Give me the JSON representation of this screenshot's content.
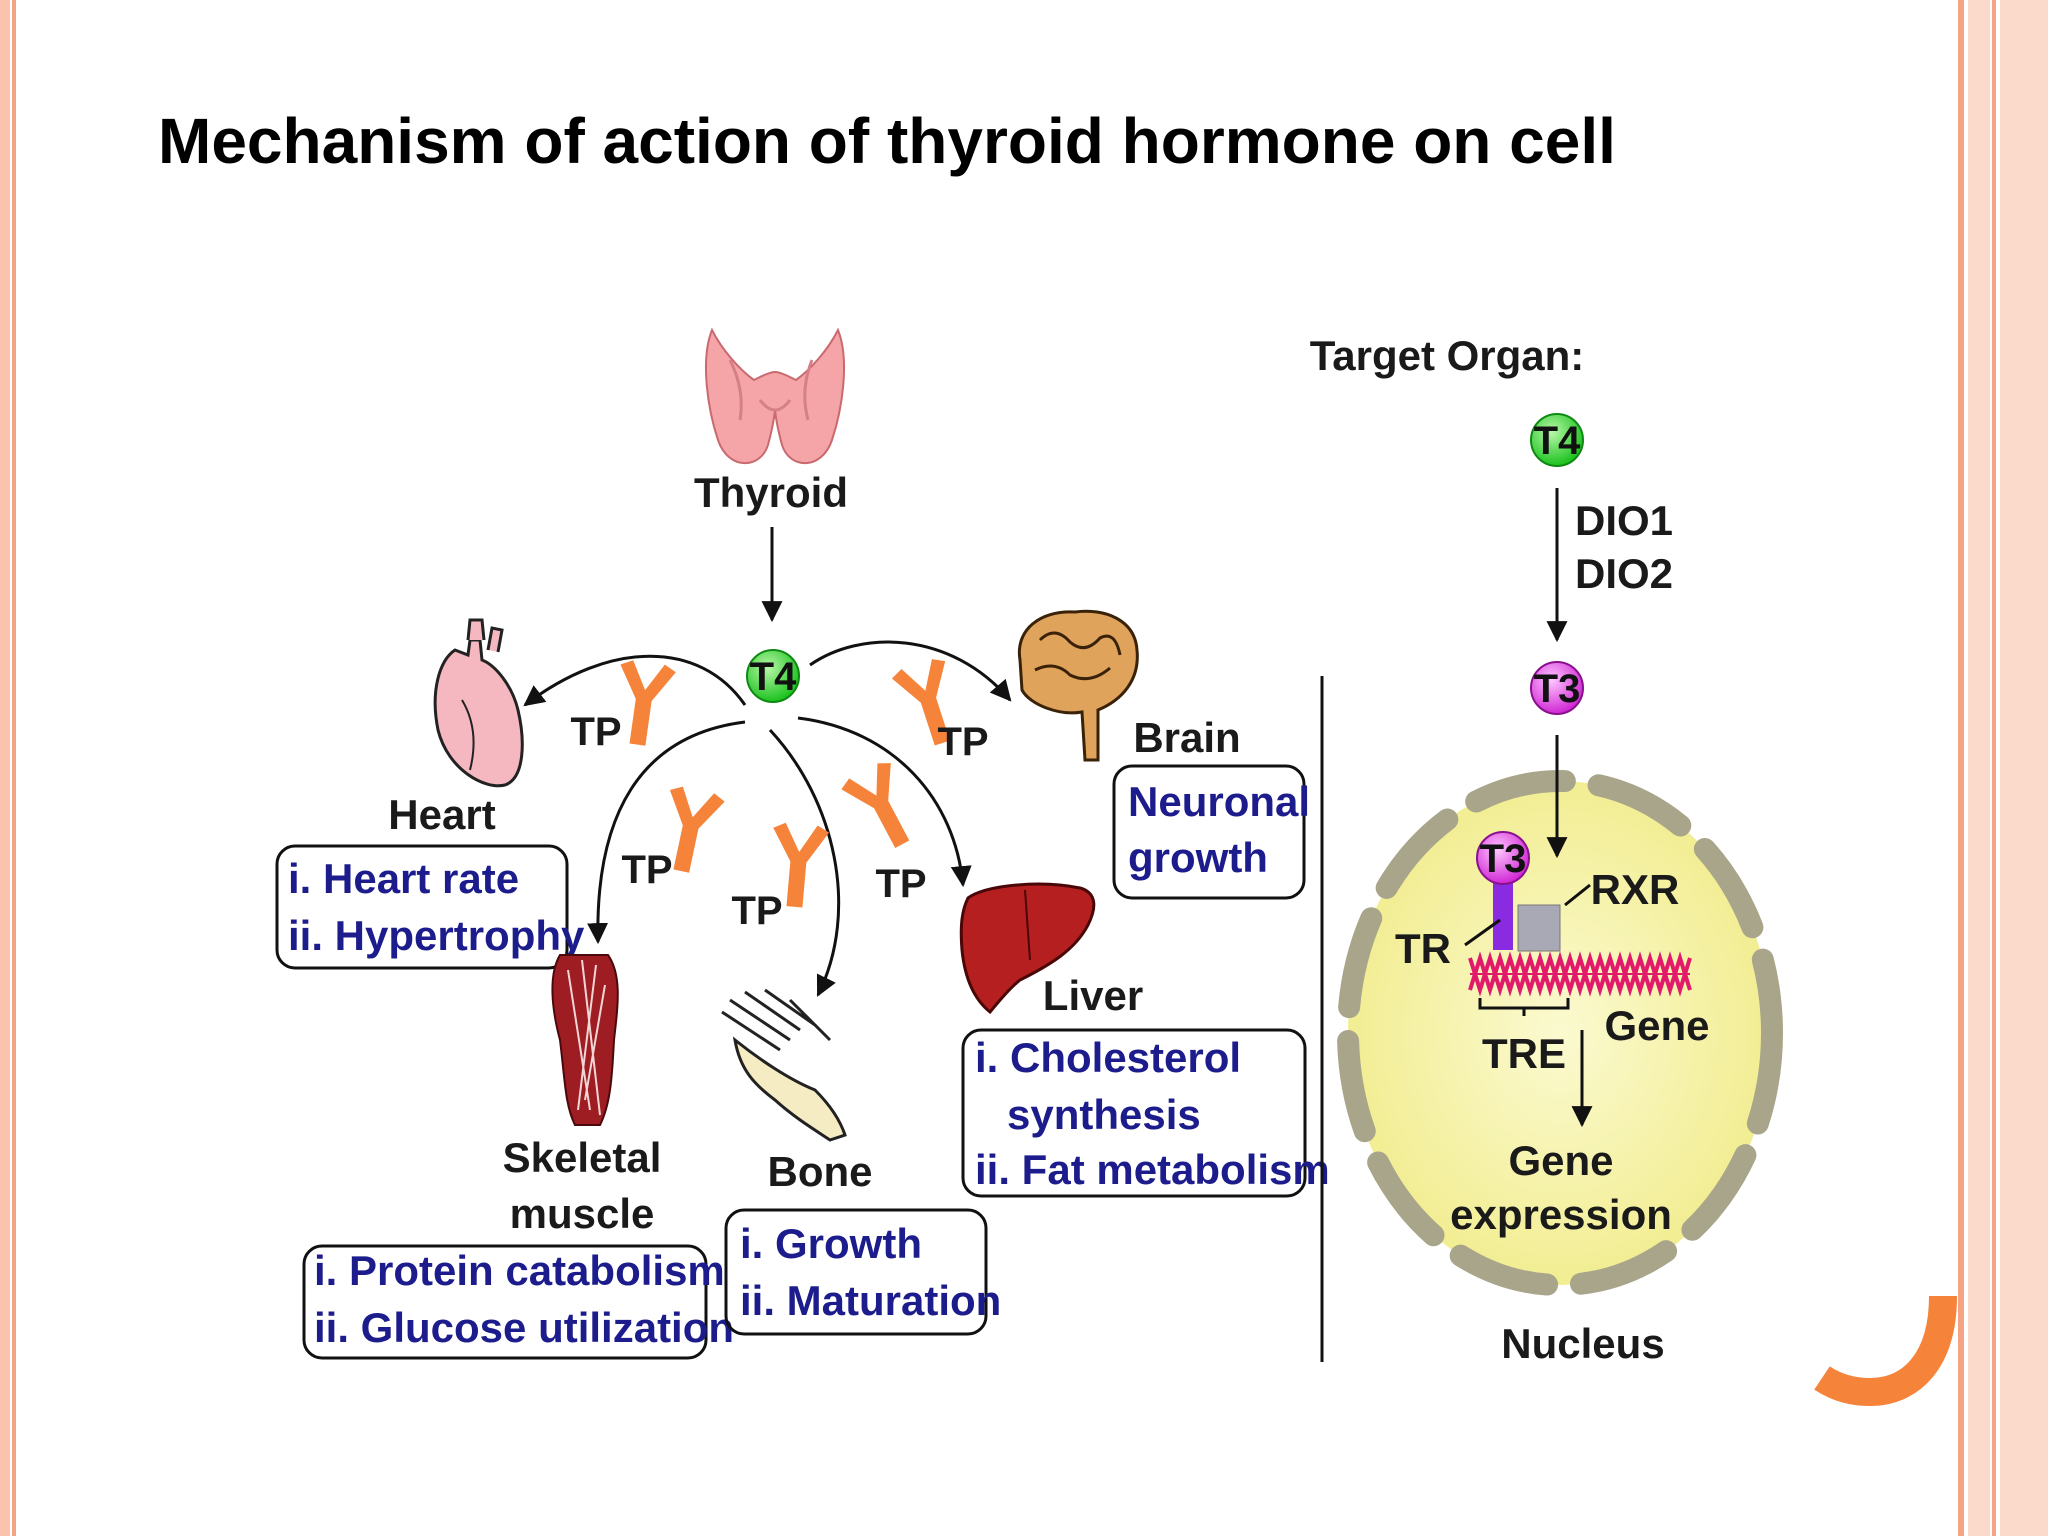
{
  "slide": {
    "title": "Mechanism of action of thyroid hormone on cell"
  },
  "diagram": {
    "source_organ": "Thyroid",
    "hormone_label": "T4",
    "transport_label": "TP",
    "target_organs": [
      {
        "name": "Heart",
        "effects": [
          "i. Heart rate",
          "ii. Hypertrophy"
        ]
      },
      {
        "name_lines": [
          "Skeletal",
          "muscle"
        ],
        "effects": [
          "i. Protein catabolism",
          "ii. Glucose utilization"
        ]
      },
      {
        "name": "Bone",
        "effects": [
          "i. Growth",
          "ii. Maturation"
        ]
      },
      {
        "name": "Liver",
        "effects": [
          "i. Cholesterol",
          "synthesis",
          "ii. Fat metabolism"
        ]
      },
      {
        "name": "Brain",
        "effects": [
          "Neuronal",
          "growth"
        ]
      }
    ],
    "cell_panel": {
      "heading": "Target Organ:",
      "t4": "T4",
      "enzymes": [
        "DIO1",
        "DIO2"
      ],
      "t3": "T3",
      "t3_bound": "T3",
      "tr": "TR",
      "rxr": "RXR",
      "gene": "Gene",
      "tre": "TRE",
      "expression_lines": [
        "Gene",
        "expression"
      ],
      "nucleus": "Nucleus"
    }
  },
  "colors": {
    "accent_orange": "#f5843a",
    "t4_green": "#21c825",
    "t3_magenta": "#d53ad9",
    "effect_text": "#1c1c8c",
    "nucleus_fill": "#f6f3a6"
  }
}
